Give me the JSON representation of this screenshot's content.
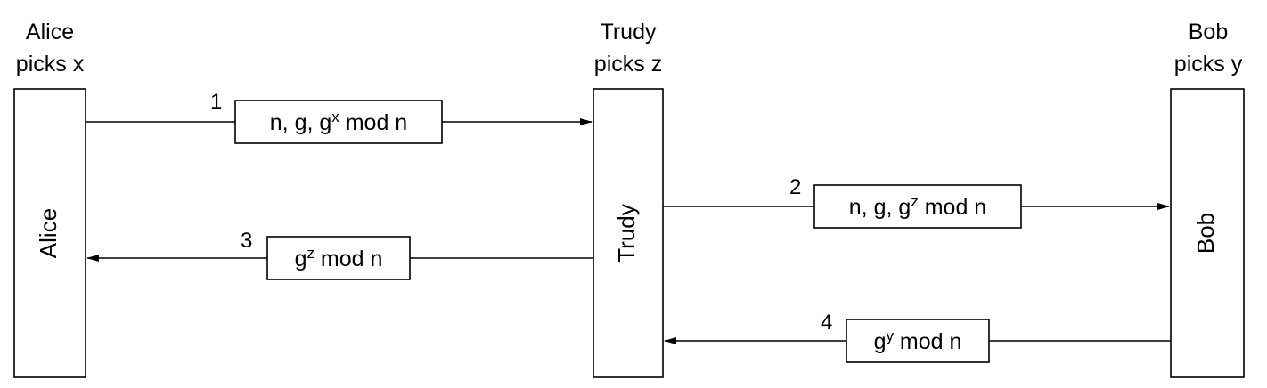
{
  "parties": {
    "alice": {
      "head_line1": "Alice",
      "head_line2": "picks x",
      "name": "Alice"
    },
    "trudy": {
      "head_line1": "Trudy",
      "head_line2": "picks z",
      "name": "Trudy"
    },
    "bob": {
      "head_line1": "Bob",
      "head_line2": "picks y",
      "name": "Bob"
    }
  },
  "messages": [
    {
      "number": "1",
      "prefix": "n, g, g",
      "exponent": "x",
      "suffix": " mod n"
    },
    {
      "number": "2",
      "prefix": "n, g, g",
      "exponent": "z",
      "suffix": " mod n"
    },
    {
      "number": "3",
      "prefix": "g",
      "exponent": "z",
      "suffix": " mod n"
    },
    {
      "number": "4",
      "prefix": "g",
      "exponent": "y",
      "suffix": " mod n"
    }
  ],
  "colors": {
    "stroke": "#000000",
    "background": "#ffffff"
  }
}
